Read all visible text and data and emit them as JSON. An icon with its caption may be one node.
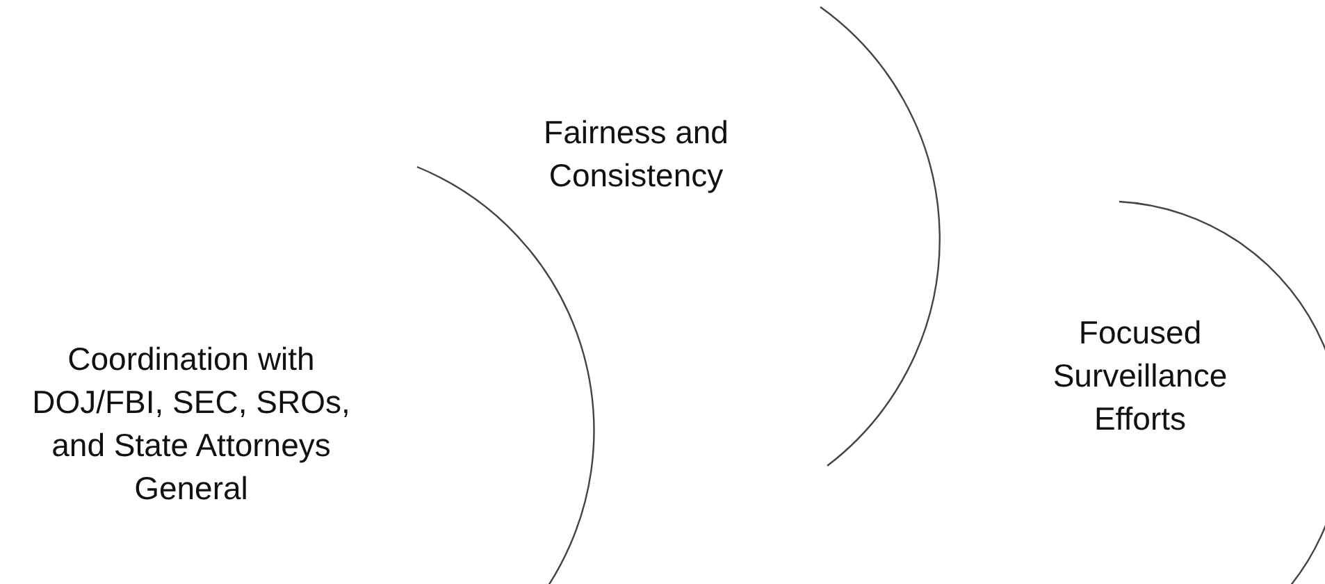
{
  "diagram": {
    "nodes": [
      {
        "text": [
          "Fairness and Consistency"
        ]
      },
      {
        "text": [
          "Coordination with DOJ/FBI, SEC, SROs, and State Attorneys General"
        ]
      },
      {
        "text": [
          "Focused Surveillance Efforts"
        ]
      }
    ]
  }
}
